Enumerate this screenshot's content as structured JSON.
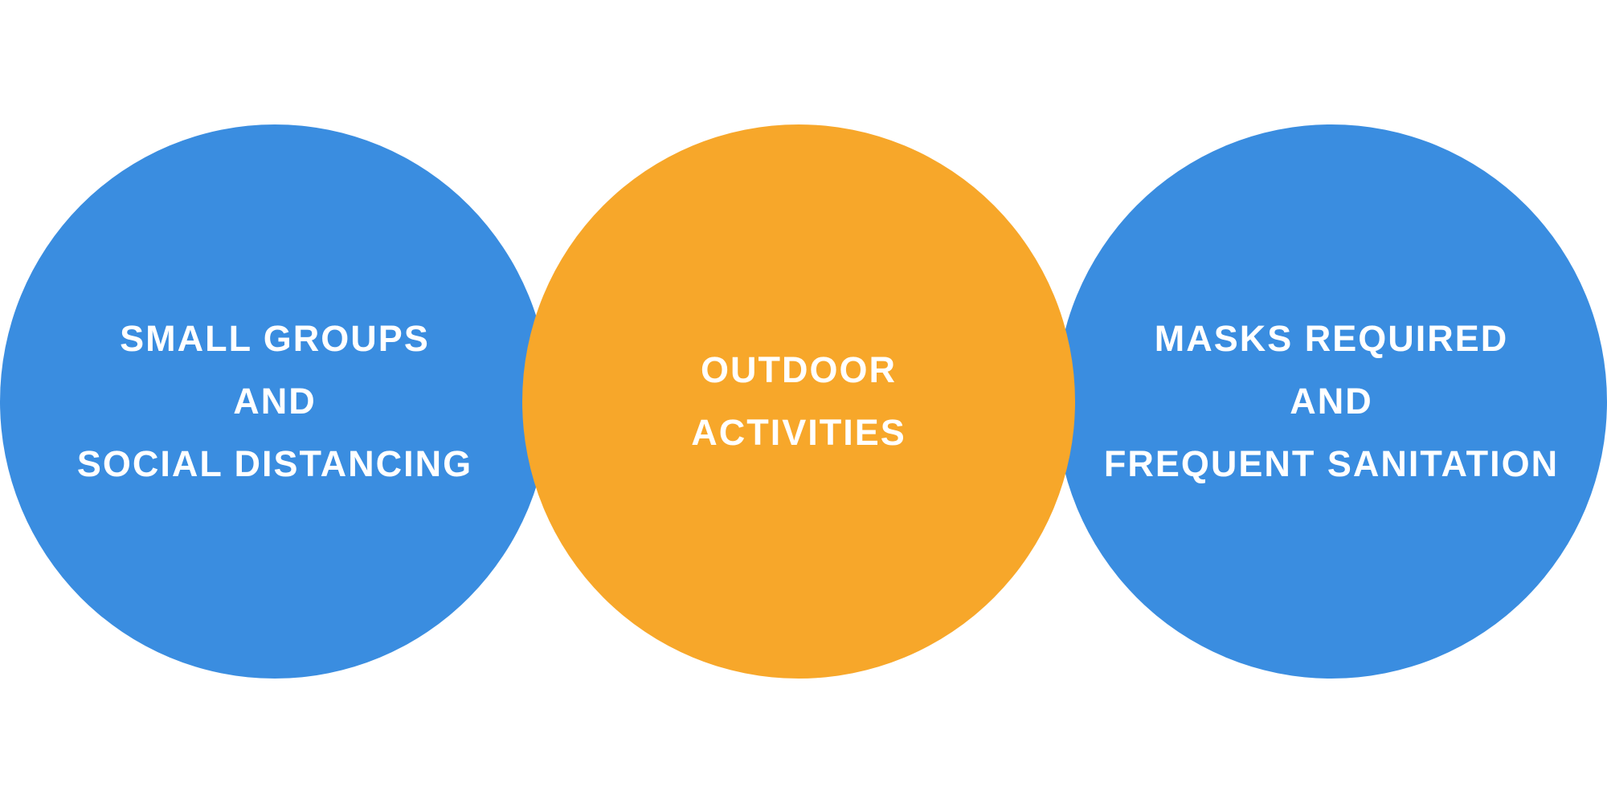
{
  "colors": {
    "left_circle": "#3a8de0",
    "middle_circle": "#f7a72a",
    "right_circle": "#3a8de0",
    "text": "#ffffff",
    "background": "#ffffff"
  },
  "circles": [
    {
      "lines": [
        "SMALL GROUPS",
        "AND",
        "SOCIAL DISTANCING"
      ]
    },
    {
      "lines": [
        "OUTDOOR",
        "ACTIVITIES"
      ]
    },
    {
      "lines": [
        "MASKS REQUIRED",
        "AND",
        "FREQUENT SANITATION"
      ]
    }
  ]
}
